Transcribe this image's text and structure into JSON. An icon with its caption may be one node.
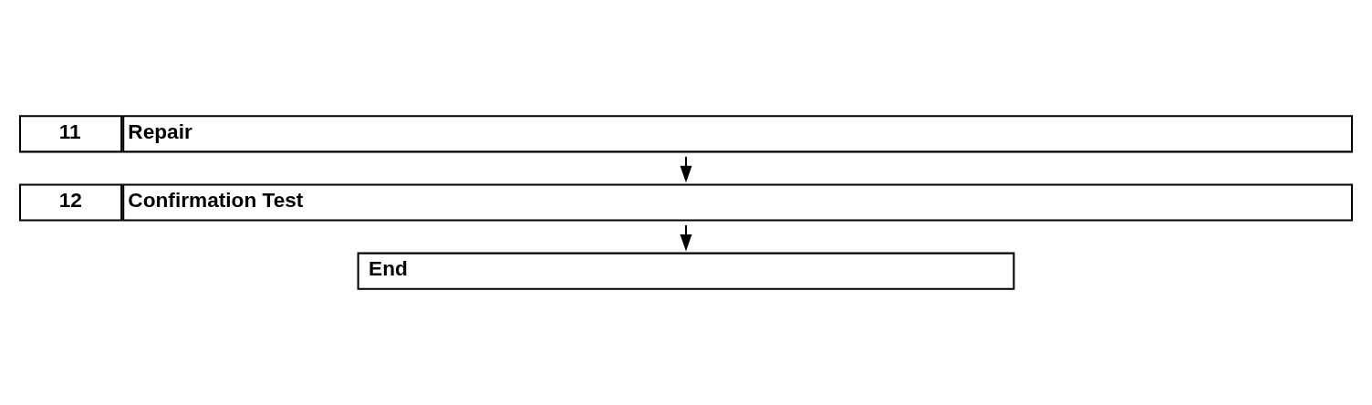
{
  "diagram": {
    "nodes": [
      {
        "text": [
          "11",
          "Repair"
        ]
      },
      {
        "text": [
          "12",
          "Confirmation Test"
        ]
      },
      {
        "text": [
          "End"
        ]
      }
    ],
    "edges": [
      {
        "from": 0,
        "to": 1,
        "arrow": "to"
      },
      {
        "from": 1,
        "to": 2,
        "arrow": "to"
      }
    ]
  }
}
